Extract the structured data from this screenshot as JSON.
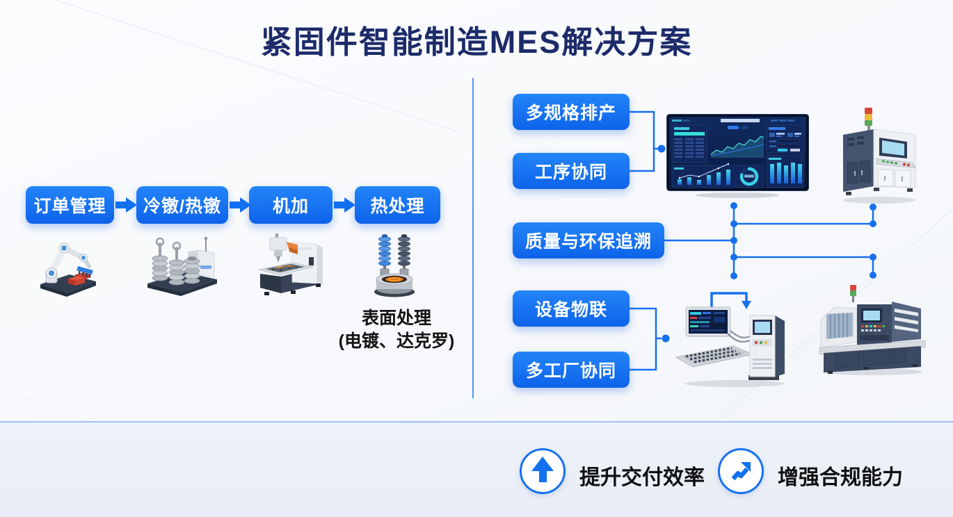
{
  "title": "紧固件智能制造MES解决方案",
  "process_flow": {
    "steps": [
      {
        "label": "订单管理",
        "icon": "robot-arm-icon"
      },
      {
        "label": "冷镦/热镦",
        "icon": "heading-press-icon"
      },
      {
        "label": "机加",
        "icon": "cnc-machining-icon"
      },
      {
        "label": "热处理",
        "icon": "heat-treatment-icon"
      }
    ],
    "surface_note": {
      "line1": "表面处理",
      "line2": "(电镀、达克罗)"
    }
  },
  "mes_features": {
    "scheduling_group": [
      "多规格排产",
      "工序协同"
    ],
    "traceability": "质量与环保追溯",
    "iot_group": [
      "设备物联",
      "多工厂协同"
    ]
  },
  "benefits": [
    {
      "icon": "arrow-up-icon",
      "label": "提升交付效率"
    },
    {
      "icon": "arrow-up-right-icon",
      "label": "增强合规能力"
    }
  ],
  "colors": {
    "primary_blue": "#1171f0",
    "title_navy": "#1c2b69",
    "connector_blue": "#1670f0",
    "divider_blue": "#4d95f4",
    "text_black": "#141414"
  }
}
